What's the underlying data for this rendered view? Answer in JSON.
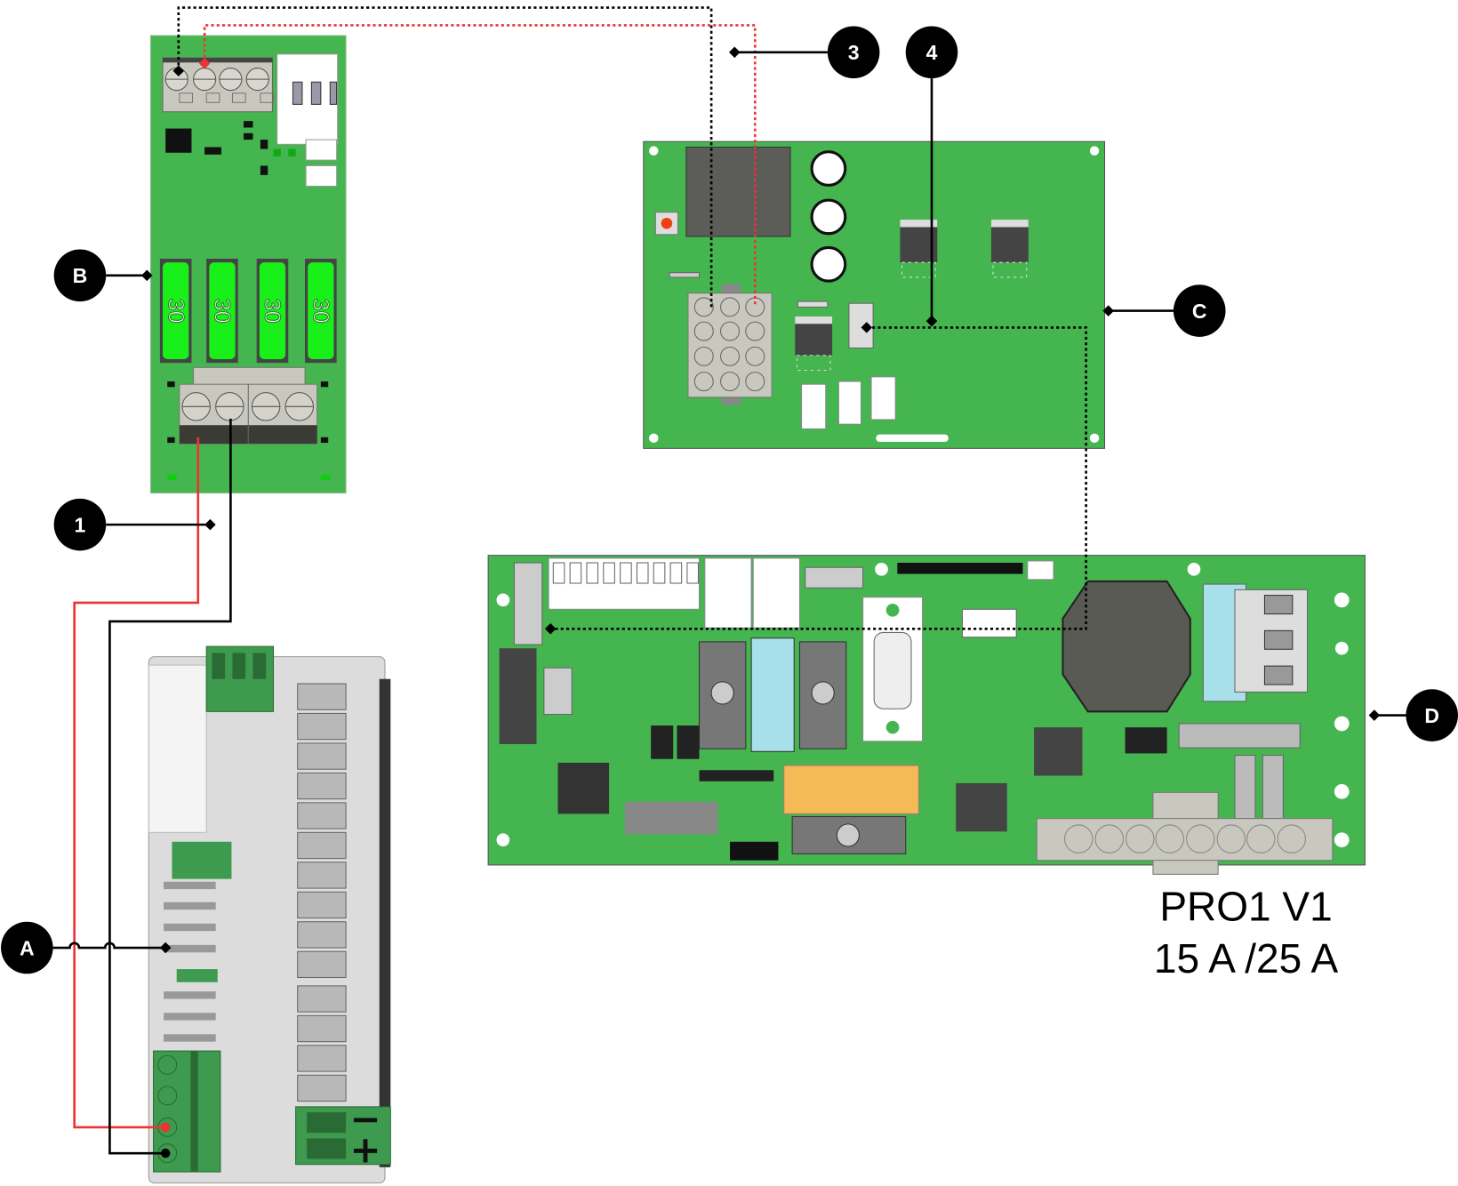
{
  "callouts": {
    "A": "A",
    "B": "B",
    "C": "C",
    "D": "D",
    "one": "1",
    "three": "3",
    "four": "4"
  },
  "board_b": {
    "fuses": [
      "30",
      "30",
      "30",
      "30"
    ]
  },
  "terminal_a": {
    "minus_label": "−",
    "plus_label": "+"
  },
  "board_d": {
    "model_line1": "PRO1 V1",
    "model_line2": "15 A /25 A"
  },
  "colors": {
    "pcb_green": "#45b550",
    "fuse_green": "#19f019",
    "wire_red": "#ee3333",
    "wire_black": "#000000",
    "terminal_green": "#3d9a4e",
    "module_gray": "#dcdcdc"
  }
}
